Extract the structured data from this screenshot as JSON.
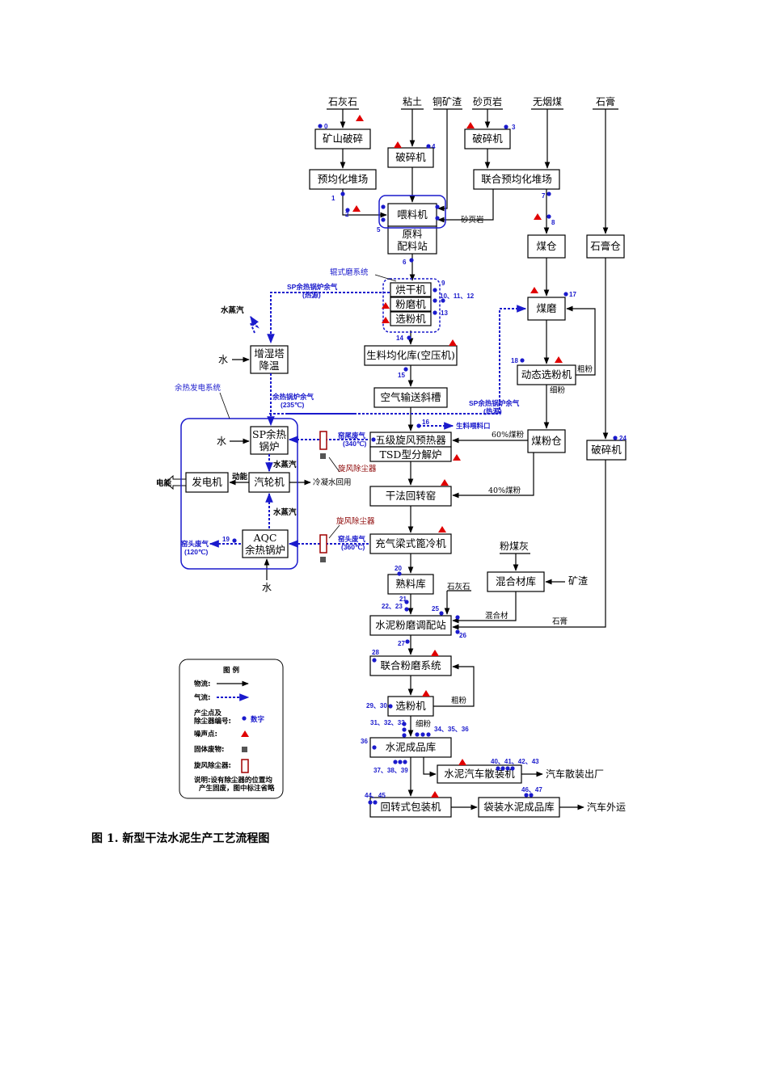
{
  "inputs": {
    "limestone": "石灰石",
    "clay": "粘土",
    "copper_slag": "铜矿渣",
    "shale": "砂页岩",
    "anthracite": "无烟煤",
    "gypsum": "石膏",
    "fly_ash": "粉煤灰",
    "slag": "矿渣",
    "water1": "水",
    "water2": "水",
    "water3": "水"
  },
  "boxes": {
    "mine_crush": "矿山破碎",
    "prehomo": "预均化堆场",
    "clay_crusher": "破碎机",
    "shale_crusher": "破碎机",
    "joint_prehomo": "联合预均化堆场",
    "feeder": "喂料机",
    "batching_1": "原料",
    "batching_2": "配料站",
    "coal_bin": "煤仓",
    "gypsum_bin": "石膏仓",
    "dryer": "烘干机",
    "grinder": "粉磨机",
    "separator": "选粉机",
    "humid_1": "增湿塔",
    "humid_2": "降温",
    "raw_homo": "生料均化库(空压机)",
    "coal_mill": "煤磨",
    "dyn_sep": "动态选粉机",
    "air_slide": "空气输送斜槽",
    "sp_boiler_1": "SP余热",
    "sp_boiler_2": "锅炉",
    "preheater": "五级旋风预热器",
    "calciner": "TSD型分解炉",
    "coal_powder_bin": "煤粉仓",
    "gypsum_crusher": "破碎机",
    "generator": "发电机",
    "turbine": "汽轮机",
    "kiln": "干法回转窑",
    "aqc_1": "AQC",
    "aqc_2": "余热锅炉",
    "cooler": "充气梁式篦冷机",
    "mix_store": "混合材库",
    "clinker_store": "熟料库",
    "cement_batch": "水泥粉磨调配站",
    "joint_mill": "联合粉磨系统",
    "cement_sep": "选粉机",
    "cement_store": "水泥成品库",
    "bulk_loader": "水泥汽车散装机",
    "rotary_packer": "回转式包装机",
    "bagged_store": "袋装水泥成品库"
  },
  "labels": {
    "shale_side": "砂页岩",
    "coarse1": "粗粉",
    "fine1": "细粉",
    "coal60": "60%煤粉",
    "coal40": "40%煤粉",
    "limestone2": "石灰石",
    "mixed": "混合材",
    "gypsum2": "石膏",
    "coarse2": "粗粉",
    "fine2": "细粉",
    "bulk_out": "汽车散装出厂",
    "truck_out": "汽车外运",
    "condense": "冷凝水回用",
    "power": "动能",
    "electric": "电能",
    "steam_top": "水蒸汽",
    "steam1": "水蒸汽",
    "steam2": "水蒸汽"
  },
  "gas": {
    "roller_sys": "辊式磨系统",
    "sp_heat_1": "SP余热锅炉余气",
    "sp_heat_2": "(热源)",
    "boiler_waste_1": "余热锅炉余气",
    "boiler_waste_2": "(235℃)",
    "sp_heat_b1": "SP余热锅炉余气",
    "sp_heat_b2": "(热源)",
    "raw_feed": "生料喂料口",
    "kiln_tail_1": "窑尾废气",
    "kiln_tail_2": "(340℃)",
    "kiln_head_1": "窑头废气",
    "kiln_head_2": "(360℃)",
    "head_out_1": "窑头废气",
    "head_out_2": "(120℃)",
    "waste_power": "余热发电系统",
    "cyclone1": "旋风除尘器",
    "cyclone2": "旋风除尘器"
  },
  "nums": {
    "n0": "0",
    "n1": "1",
    "n2": "2",
    "n3": "3",
    "n4": "4",
    "n5": "5",
    "n6": "6",
    "n7": "7",
    "n8": "8",
    "n9": "9",
    "n10": "10、11、12",
    "n13": "13",
    "n14": "14",
    "n15": "15",
    "n16": "16",
    "n17": "17",
    "n18": "18",
    "n19": "19",
    "n20": "20",
    "n21": "21",
    "n22": "22、23",
    "n24": "24",
    "n25": "25",
    "n26": "26",
    "n27": "27",
    "n28": "28",
    "n29": "29、30",
    "n31": "31、32、33",
    "n34": "34、35、36",
    "n36": "36",
    "n37": "37、38、39",
    "n40": "40、41、42、43",
    "n44": "44、45",
    "n46": "46、47"
  },
  "legend": {
    "title": "图 例",
    "material": "物流:",
    "gas": "气流:",
    "dust_1": "产尘点及",
    "dust_2": "除尘器编号:",
    "dust_val": "数字",
    "noise": "噪声点:",
    "solid": "固体废物:",
    "cyclone": "旋风除尘器:",
    "note_1": "说明:设有除尘器的位置均",
    "note_2": "产生固废，图中标注省略"
  },
  "caption": "图 1. 新型干法水泥生产工艺流程图",
  "colors": {
    "gas": "#1a1acc",
    "noise": "#e00000",
    "dust": "#1a1acc",
    "waste": "#555555",
    "cyclone": "#a00000"
  }
}
